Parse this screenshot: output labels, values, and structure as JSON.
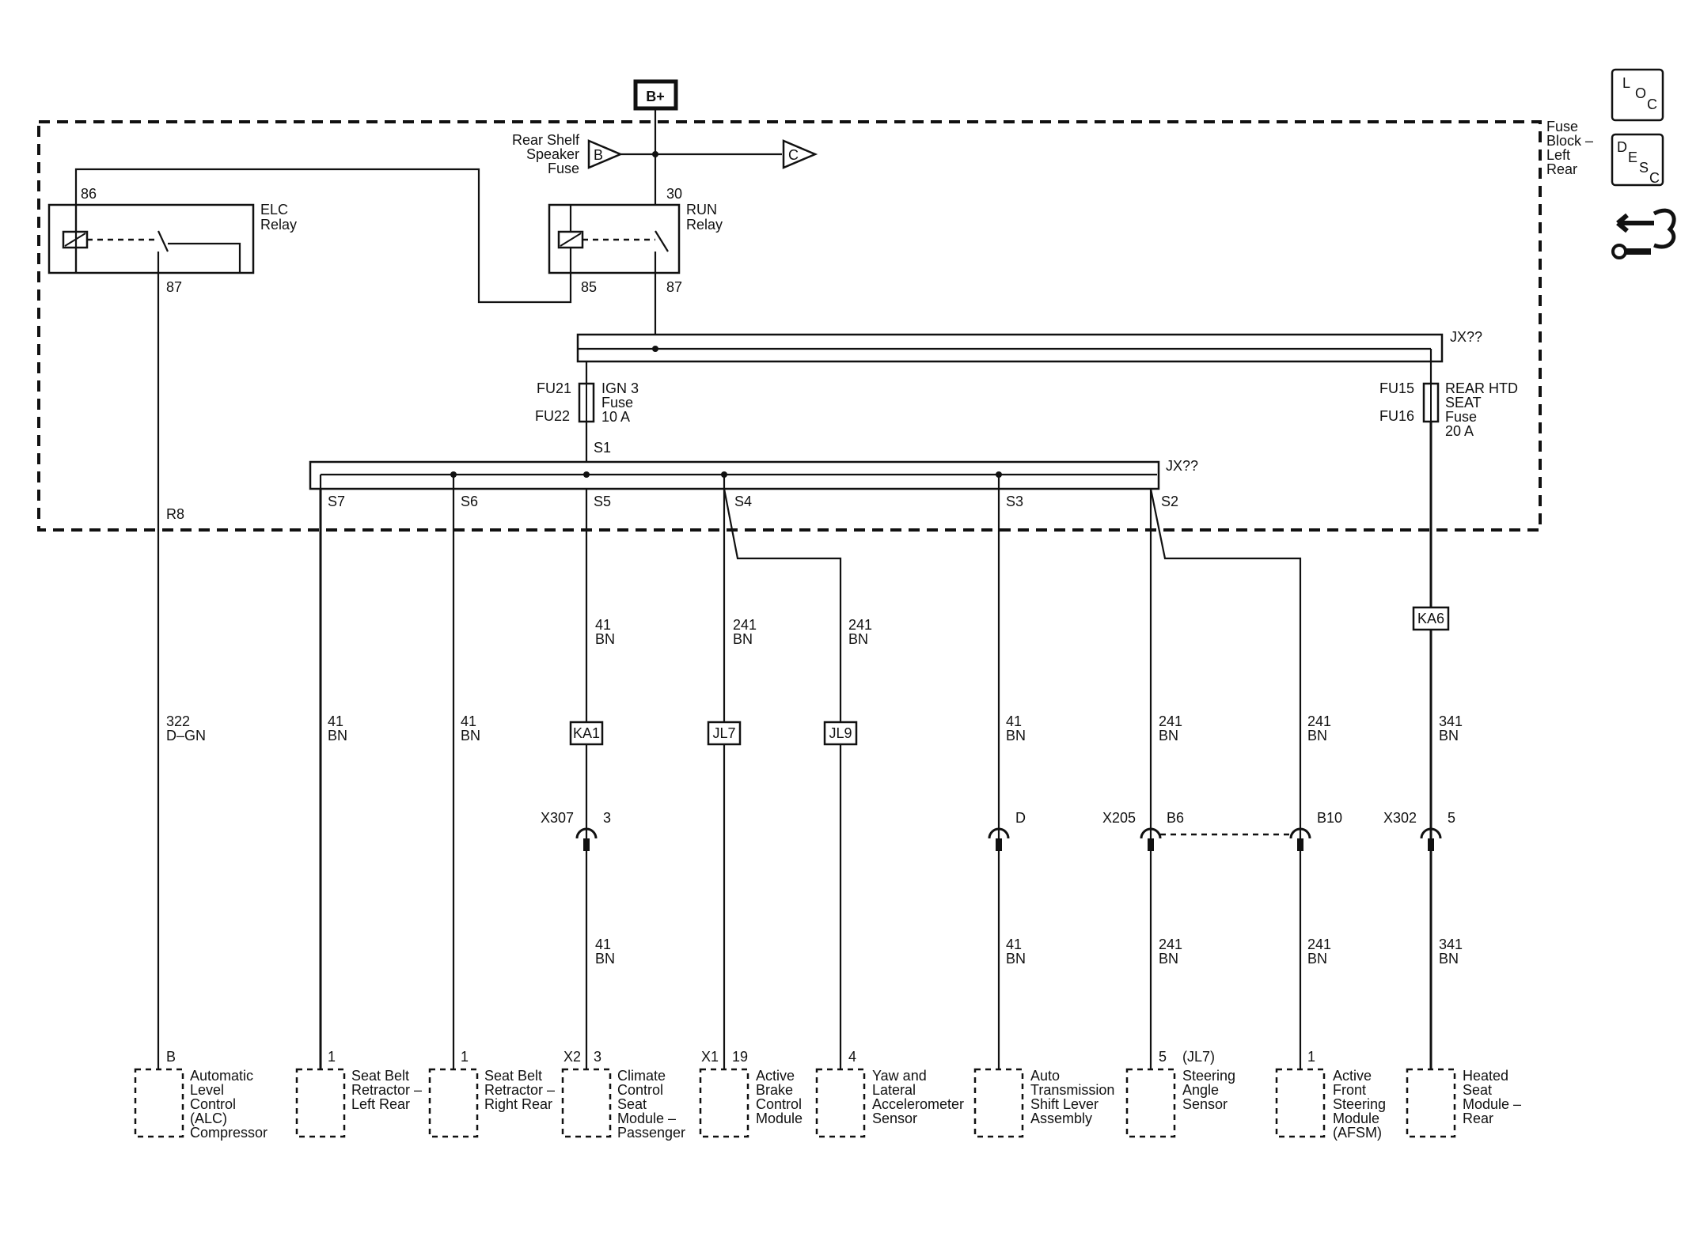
{
  "supply": {
    "label": "B+"
  },
  "fuse_block": {
    "label_lines": [
      "Fuse",
      "Block –",
      "Left",
      "Rear"
    ]
  },
  "side_icons": [
    {
      "name": "loc-icon",
      "letters": [
        "L",
        "O",
        "C"
      ]
    },
    {
      "name": "desc-icon",
      "letters": [
        "D",
        "E",
        "S",
        "C"
      ]
    },
    {
      "name": "connector-tool-icon"
    }
  ],
  "feeds": {
    "left": {
      "letter": "B",
      "label_lines": [
        "Rear Shelf",
        "Speaker",
        "Fuse"
      ]
    },
    "right": {
      "letter": "C"
    }
  },
  "relays": {
    "elc": {
      "name_lines": [
        "ELC",
        "Relay"
      ],
      "pin_top": "86",
      "pin_bottom": "87"
    },
    "run": {
      "name_lines": [
        "RUN",
        "Relay"
      ],
      "pin_top": "30",
      "pin_left": "85",
      "pin_bottom": "87"
    }
  },
  "bus_labels": {
    "upper": "JX??",
    "lower": "JX??"
  },
  "fuses": {
    "ign3": {
      "top_id": "FU21",
      "bottom_id": "FU22",
      "name_lines": [
        "IGN 3",
        "Fuse",
        "10 A"
      ]
    },
    "rear_htd": {
      "top_id": "FU15",
      "bottom_id": "FU16",
      "name_lines": [
        "REAR HTD",
        "SEAT",
        "Fuse",
        "20 A"
      ]
    }
  },
  "splices": {
    "s1": "S1",
    "s2": "S2",
    "s3": "S3",
    "s4": "S4",
    "s5": "S5",
    "s6": "S6",
    "s7": "S7",
    "r8": "R8"
  },
  "wires": {
    "alc": [
      "322",
      "D–GN"
    ],
    "seat_lr": [
      "41",
      "BN"
    ],
    "seat_rr": [
      "41",
      "BN"
    ],
    "s5_upper": [
      "41",
      "BN"
    ],
    "s5_lower": [
      "41",
      "BN"
    ],
    "s4a_upper": [
      "241",
      "BN"
    ],
    "s4b_upper": [
      "241",
      "BN"
    ],
    "s3_mid": [
      "41",
      "BN"
    ],
    "s3_lower": [
      "41",
      "BN"
    ],
    "s2a_mid": [
      "241",
      "BN"
    ],
    "s2a_lower": [
      "241",
      "BN"
    ],
    "s2b_mid": [
      "241",
      "BN"
    ],
    "s2b_lower": [
      "241",
      "BN"
    ],
    "htd_mid": [
      "341",
      "BN"
    ],
    "htd_lower": [
      "341",
      "BN"
    ]
  },
  "inline_connectors": {
    "ka1": "KA1",
    "jl7": "JL7",
    "jl9": "JL9",
    "ka6": "KA6"
  },
  "harness_connectors": {
    "x307": {
      "id": "X307",
      "pin": "3"
    },
    "s3": {
      "pin": "D"
    },
    "x205": {
      "id": "X205",
      "pin_a": "B6",
      "pin_b": "B10"
    },
    "x302": {
      "id": "X302",
      "pin": "5"
    }
  },
  "components": [
    {
      "key": "alc",
      "pin": "B",
      "name_lines": [
        "Automatic",
        "Level",
        "Control",
        "(ALC)",
        "Compressor"
      ]
    },
    {
      "key": "seat_lr",
      "pin": "1",
      "name_lines": [
        "Seat Belt",
        "Retractor –",
        "Left Rear"
      ]
    },
    {
      "key": "seat_rr",
      "pin": "1",
      "name_lines": [
        "Seat Belt",
        "Retractor –",
        "Right Rear"
      ]
    },
    {
      "key": "ccsm",
      "conn": "X2",
      "pin": "3",
      "name_lines": [
        "Climate",
        "Control",
        "Seat",
        "Module –",
        "Passenger"
      ]
    },
    {
      "key": "abcm",
      "conn": "X1",
      "pin": "19",
      "name_lines": [
        "Active",
        "Brake",
        "Control",
        "Module"
      ]
    },
    {
      "key": "yaw",
      "pin": "4",
      "name_lines": [
        "Yaw and",
        "Lateral",
        "Accelerometer",
        "Sensor"
      ]
    },
    {
      "key": "shift",
      "pin": "",
      "name_lines": [
        "Auto",
        "Transmission",
        "Shift Lever",
        "Assembly"
      ]
    },
    {
      "key": "steer",
      "pin": "5",
      "option": "(JL7)",
      "name_lines": [
        "Steering",
        "Angle",
        "Sensor"
      ]
    },
    {
      "key": "afsm",
      "pin": "1",
      "name_lines": [
        "Active",
        "Front",
        "Steering",
        "Module",
        "(AFSM)"
      ]
    },
    {
      "key": "heated",
      "pin": "",
      "name_lines": [
        "Heated",
        "Seat",
        "Module –",
        "Rear"
      ]
    }
  ]
}
